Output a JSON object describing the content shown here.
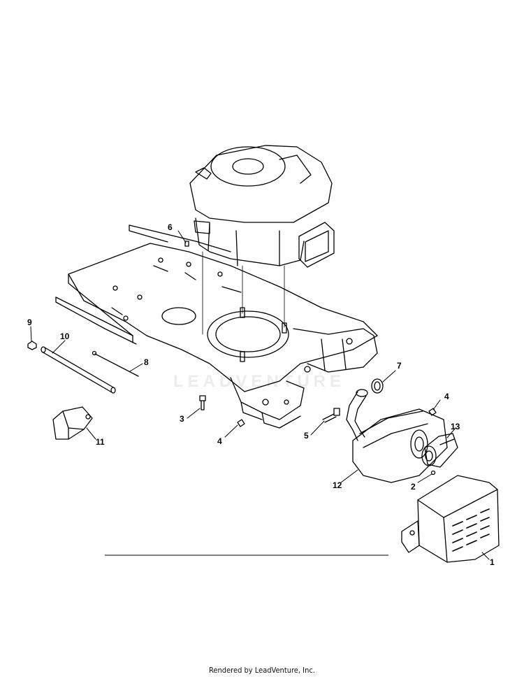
{
  "watermark": "LEADVENTURE",
  "footer": "Rendered by LeadVenture, Inc.",
  "callouts": [
    {
      "id": "1",
      "label": "1"
    },
    {
      "id": "2",
      "label": "2"
    },
    {
      "id": "3",
      "label": "3"
    },
    {
      "id": "4a",
      "label": "4"
    },
    {
      "id": "4b",
      "label": "4"
    },
    {
      "id": "5",
      "label": "5"
    },
    {
      "id": "6",
      "label": "6"
    },
    {
      "id": "7",
      "label": "7"
    },
    {
      "id": "8",
      "label": "8"
    },
    {
      "id": "9",
      "label": "9"
    },
    {
      "id": "10",
      "label": "10"
    },
    {
      "id": "11",
      "label": "11"
    },
    {
      "id": "12",
      "label": "12"
    },
    {
      "id": "13",
      "label": "13"
    }
  ]
}
